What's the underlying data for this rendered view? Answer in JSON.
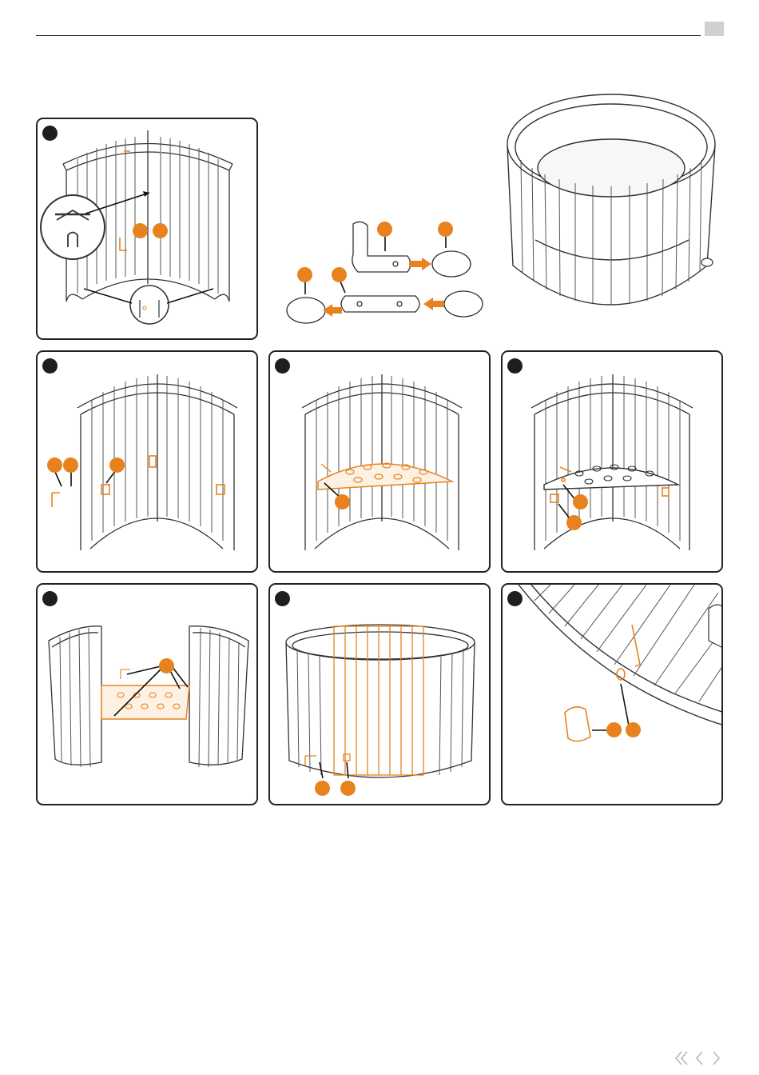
{
  "page": {
    "accent_color": "#e8821e",
    "line_color": "#333333",
    "header_tab_color": "#d0d0d0"
  },
  "panels": [
    {
      "id": "step-1",
      "callout_count": 2
    },
    {
      "id": "step-2",
      "callout_count": 3
    },
    {
      "id": "step-3",
      "callout_count": 1
    },
    {
      "id": "step-4",
      "callout_count": 2
    },
    {
      "id": "step-5",
      "callout_count": 1
    },
    {
      "id": "step-6",
      "callout_count": 2
    },
    {
      "id": "step-7",
      "callout_count": 2
    }
  ],
  "navigation": {
    "icons": [
      "double-chevron-left-icon",
      "chevron-left-icon",
      "chevron-right-icon"
    ]
  }
}
